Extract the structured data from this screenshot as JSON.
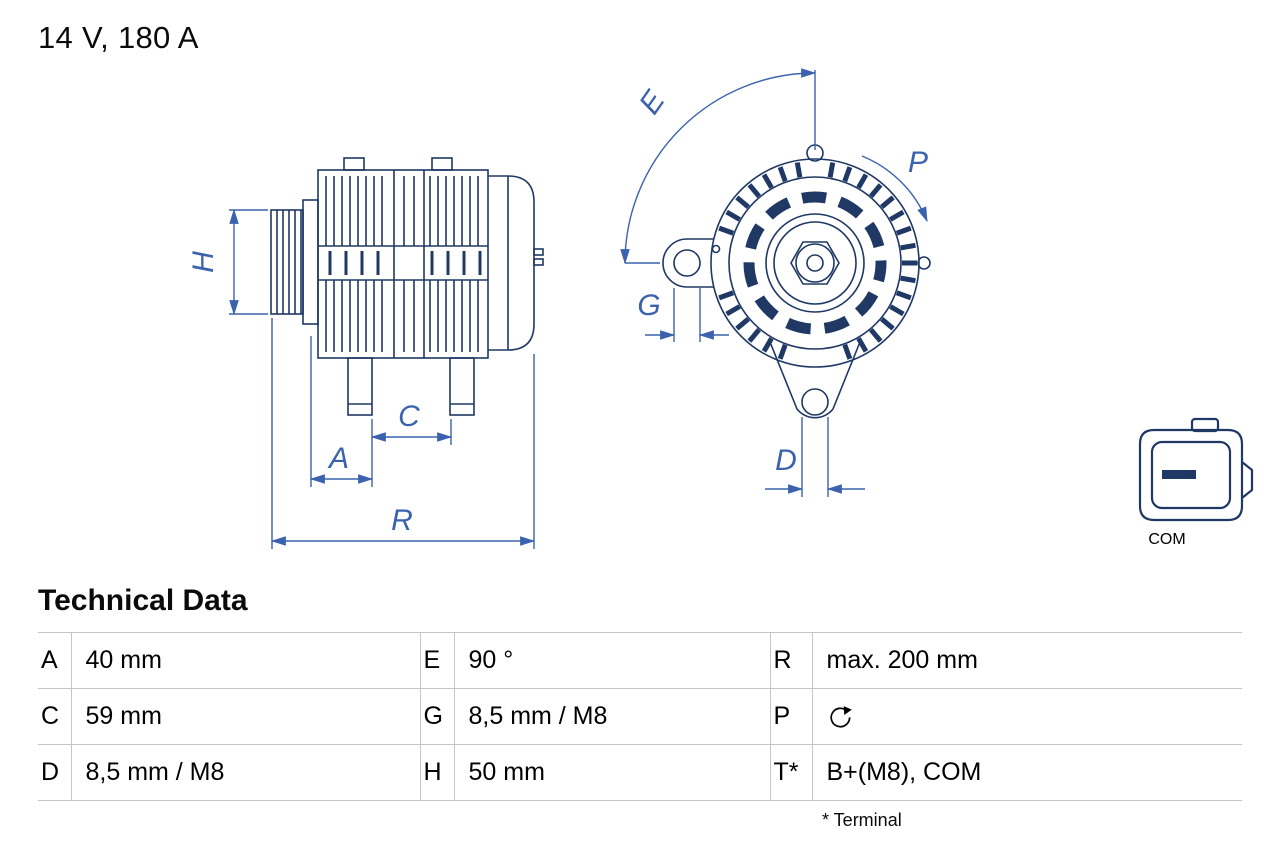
{
  "page": {
    "title": "14 V, 180 A"
  },
  "colors": {
    "drawing_line": "#1F3864",
    "dimension_line": "#3A62AE",
    "table_line": "#C6C6C6"
  },
  "diagram": {
    "side_view": {
      "labels": {
        "h": "H",
        "a": "A",
        "c": "C",
        "r": "R"
      }
    },
    "front_view": {
      "labels": {
        "e": "E",
        "p": "P",
        "g": "G",
        "d": "D"
      }
    },
    "connector": {
      "label": "COM"
    }
  },
  "technical_data": {
    "heading": "Technical Data",
    "rows": [
      [
        {
          "key": "A",
          "value": "40 mm"
        },
        {
          "key": "E",
          "value": "90 °"
        },
        {
          "key": "R",
          "value": "max. 200 mm"
        }
      ],
      [
        {
          "key": "C",
          "value": "59 mm"
        },
        {
          "key": "G",
          "value": "8,5 mm / M8"
        },
        {
          "key": "P",
          "value": "",
          "icon": "rotation-direction-ccw-icon"
        }
      ],
      [
        {
          "key": "D",
          "value": "8,5 mm / M8"
        },
        {
          "key": "H",
          "value": "50 mm"
        },
        {
          "key": "T*",
          "value": "B+(M8), COM"
        }
      ]
    ],
    "footnote": "* Terminal"
  }
}
